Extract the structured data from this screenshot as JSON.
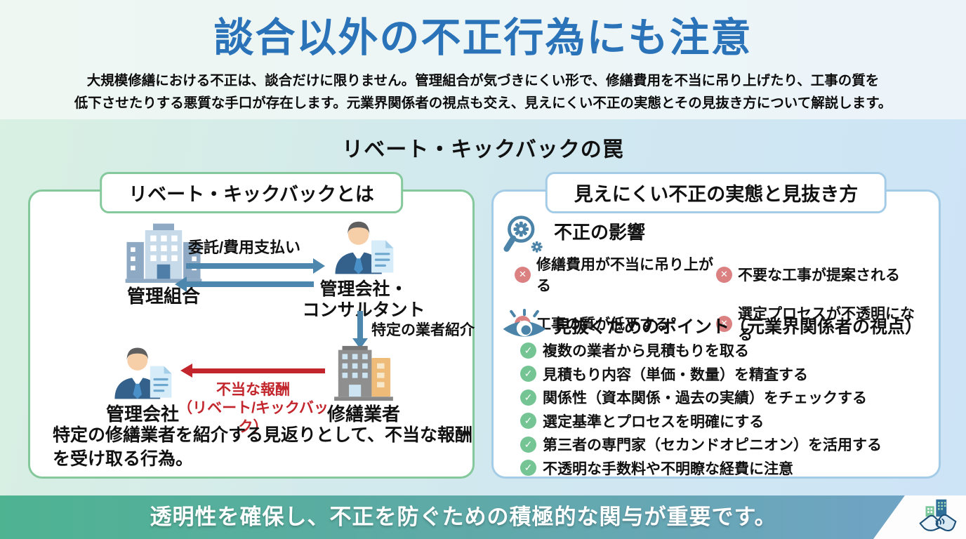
{
  "colors": {
    "title_blue": "#2b73b8",
    "panel_green_border": "#84c89b",
    "panel_blue_border": "#a5cce7",
    "arrow_blue": "#4d87ad",
    "arrow_red": "#c2262c",
    "x_icon_red": "#db8181",
    "check_icon_green": "#74c593",
    "footer_gradient_left": "#4eb391",
    "footer_gradient_right": "#73a3c8"
  },
  "icons": {
    "x_glyph": "✕",
    "check_glyph": "✓"
  },
  "header": {
    "title": "談合以外の不正行為にも注意",
    "subtitle_line1": "大規模修繕における不正は、談合だけに限りません。管理組合が気づきにくい形で、修繕費用を不当に吊り上げたり、工事の質を",
    "subtitle_line2": "低下させたりする悪質な手口が存在します。元業界関係者の視点も交え、見えにくい不正の実態とその見抜き方について解説します。"
  },
  "main": {
    "section_title": "リベート・キックバックの罠"
  },
  "left_panel": {
    "badge": "リベート・キックバックとは",
    "top_flow": {
      "left_actor": "管理組合",
      "arrow_label": "委託/費用支払い",
      "right_actor_line1": "管理会社・",
      "right_actor_line2": "コンサルタント"
    },
    "mid_flow": {
      "down_arrow_label": "特定の業者紹介"
    },
    "bottom_flow": {
      "left_actor": "管理会社",
      "arrow_label_line1": "不当な報酬",
      "arrow_label_line2": "（リベート/キックバック）",
      "right_actor": "修繕業者"
    },
    "description_line1": "特定の修繕業者を紹介する見返りとして、不当な報酬",
    "description_line2": "を受け取る行為。"
  },
  "right_panel": {
    "badge": "見えにくい不正の実態と見抜き方",
    "impact": {
      "icon": "magnifier-gear-icon",
      "heading": "不正の影響",
      "items": [
        "修繕費用が不当に吊り上がる",
        "不要な工事が提案される",
        "工事の質が低下する",
        "選定プロセスが不透明になる"
      ]
    },
    "points": {
      "icon": "eye-icon",
      "heading": "見抜くためのポイント（元業界関係者の視点）",
      "items": [
        "複数の業者から見積もりを取る",
        "見積もり内容（単価・数量）を精査する",
        "関係性（資本関係・過去の実績）をチェックする",
        "選定基準とプロセスを明確にする",
        "第三者の専門家（セカンドオピニオン）を活用する",
        "不透明な手数料や不明瞭な経費に注意"
      ]
    }
  },
  "footer": {
    "message": "透明性を確保し、不正を防ぐための積極的な関与が重要です。",
    "logo": "handshake-buildings-icon"
  }
}
